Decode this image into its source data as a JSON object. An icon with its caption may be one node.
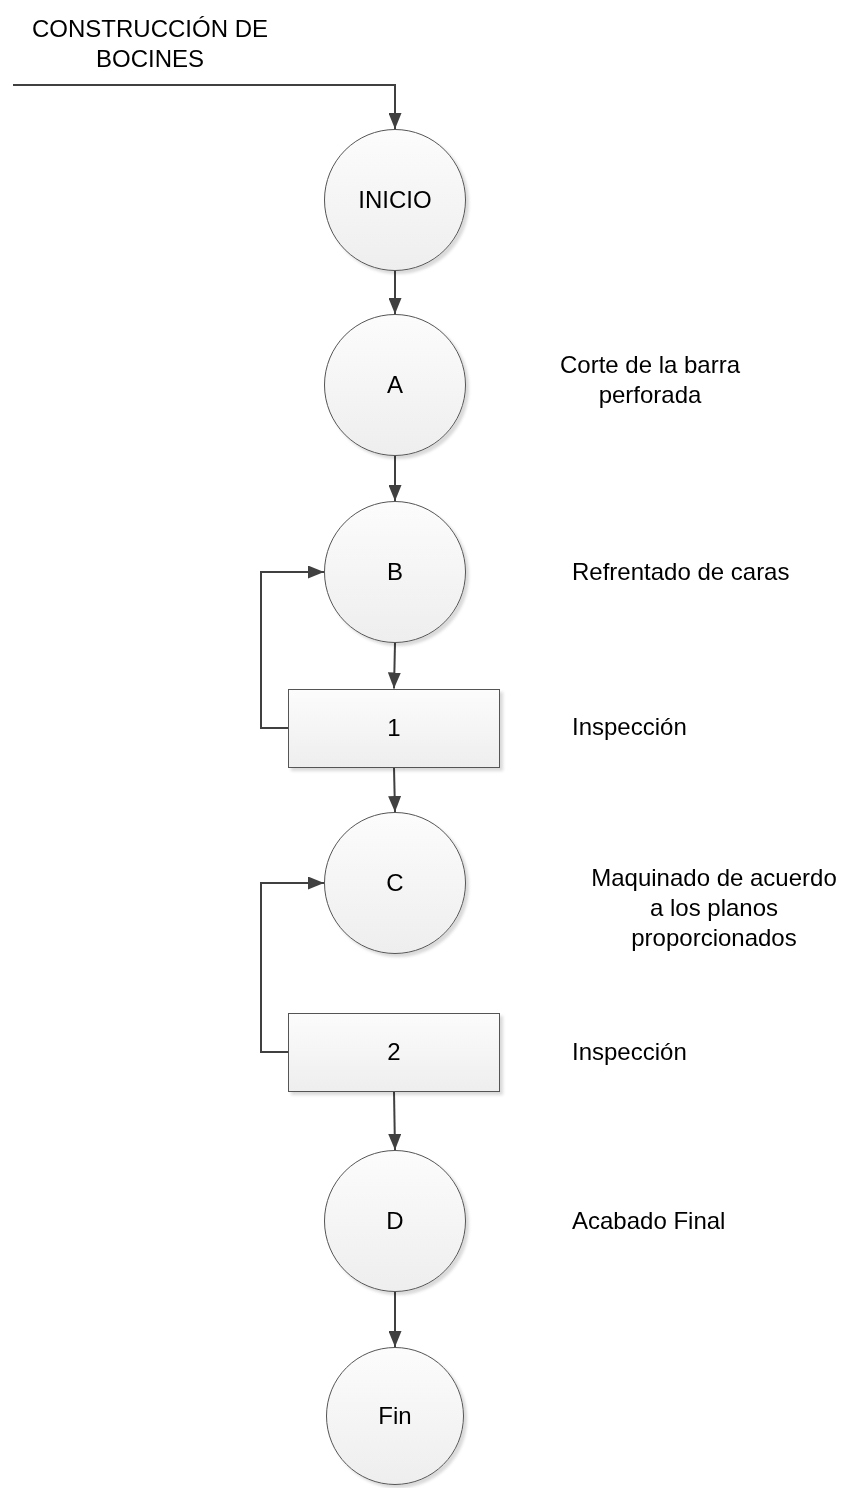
{
  "diagram": {
    "title": "CONSTRUCCIÓN DE BOCINES",
    "nodes": [
      {
        "text": [
          "INICIO"
        ]
      },
      {
        "text": [
          "A"
        ]
      },
      {
        "text": [
          "B"
        ]
      },
      {
        "text": [
          "1"
        ]
      },
      {
        "text": [
          "C"
        ]
      },
      {
        "text": [
          "2"
        ]
      },
      {
        "text": [
          "D"
        ]
      },
      {
        "text": [
          "Fin"
        ]
      }
    ],
    "edges": [
      {
        "from": null,
        "to": 0,
        "arrow": "to"
      },
      {
        "from": 0,
        "to": 1,
        "arrow": "to"
      },
      {
        "from": 1,
        "to": 2,
        "arrow": "to"
      },
      {
        "from": 2,
        "to": 3,
        "arrow": "to"
      },
      {
        "from": 3,
        "to": 2,
        "arrow": "to"
      },
      {
        "from": 3,
        "to": 4,
        "arrow": "to"
      },
      {
        "from": 5,
        "to": 4,
        "arrow": "to"
      },
      {
        "from": 5,
        "to": 6,
        "arrow": "to"
      },
      {
        "from": 6,
        "to": 7,
        "arrow": "to"
      }
    ],
    "labels": [
      "Corte de la barra perforada",
      "Refrentado de caras",
      "Inspección",
      "Maquinado de acuerdo a los planos proporcionados",
      "Inspección",
      "Acabado Final"
    ]
  }
}
